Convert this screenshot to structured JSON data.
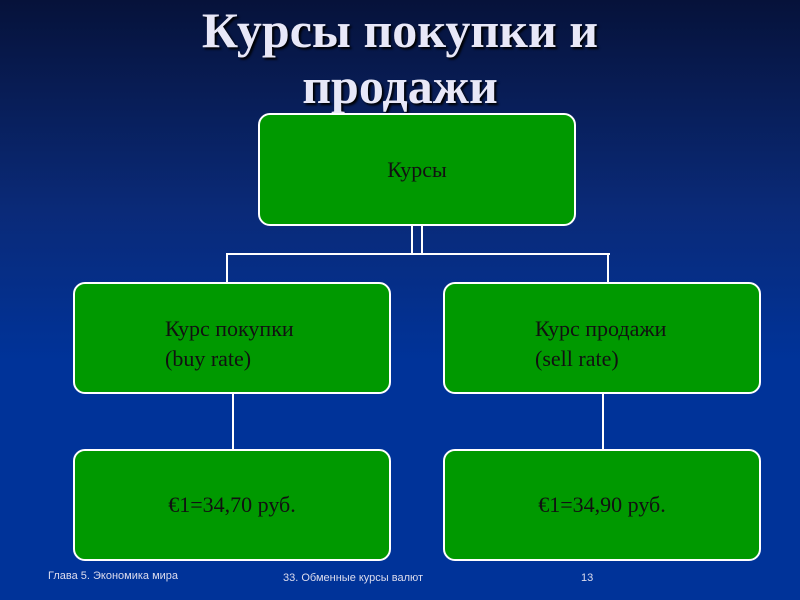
{
  "title": {
    "line1": "Курсы покупки и",
    "line2": "продажи"
  },
  "diagram": {
    "root": "Курсы",
    "buy": {
      "line1": "Курс покупки",
      "line2": "(buy rate)",
      "value": "€1=34,70 руб."
    },
    "sell": {
      "line1": "Курс продажи",
      "line2": "(sell rate)",
      "value": "€1=34,90 руб."
    }
  },
  "footer": {
    "left": "Глава 5. Экономика мира",
    "center": "33. Обменные курсы валют",
    "page": "13"
  },
  "colors": {
    "box": "#009900",
    "background": "#003399"
  }
}
